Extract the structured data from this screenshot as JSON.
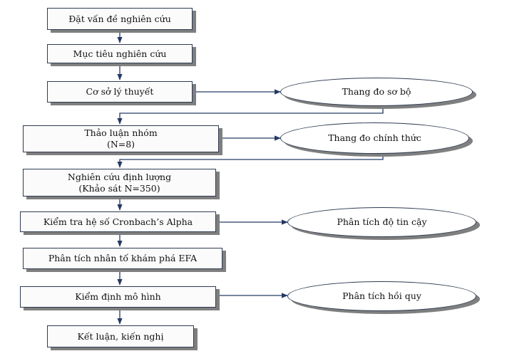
{
  "diagram": {
    "steps": [
      {
        "label": "Đặt vấn đề nghiên cứu"
      },
      {
        "label": "Mục tiêu nghiên cứu"
      },
      {
        "label": "Cơ sở lý thuyết"
      },
      {
        "label": "Thảo luận nhóm\n(N=8)"
      },
      {
        "label": "Nghiên cứu định lượng\n(Khảo sát N=350)"
      },
      {
        "label": "Kiểm tra hệ số Cronbach’s Alpha"
      },
      {
        "label": "Phân tích nhân tố khám phá EFA"
      },
      {
        "label": "Kiểm định mô hình"
      },
      {
        "label": "Kết luận, kiến nghị"
      }
    ],
    "outputs": [
      {
        "label": "Thang đo sơ bộ"
      },
      {
        "label": "Thang đo chính thức"
      },
      {
        "label": "Phân tích độ tin cậy"
      },
      {
        "label": "Phân tích hồi quy"
      }
    ],
    "line_color": "#243a64",
    "border_color": "#2f3b52",
    "shadow_color": "#7f7f7f"
  }
}
